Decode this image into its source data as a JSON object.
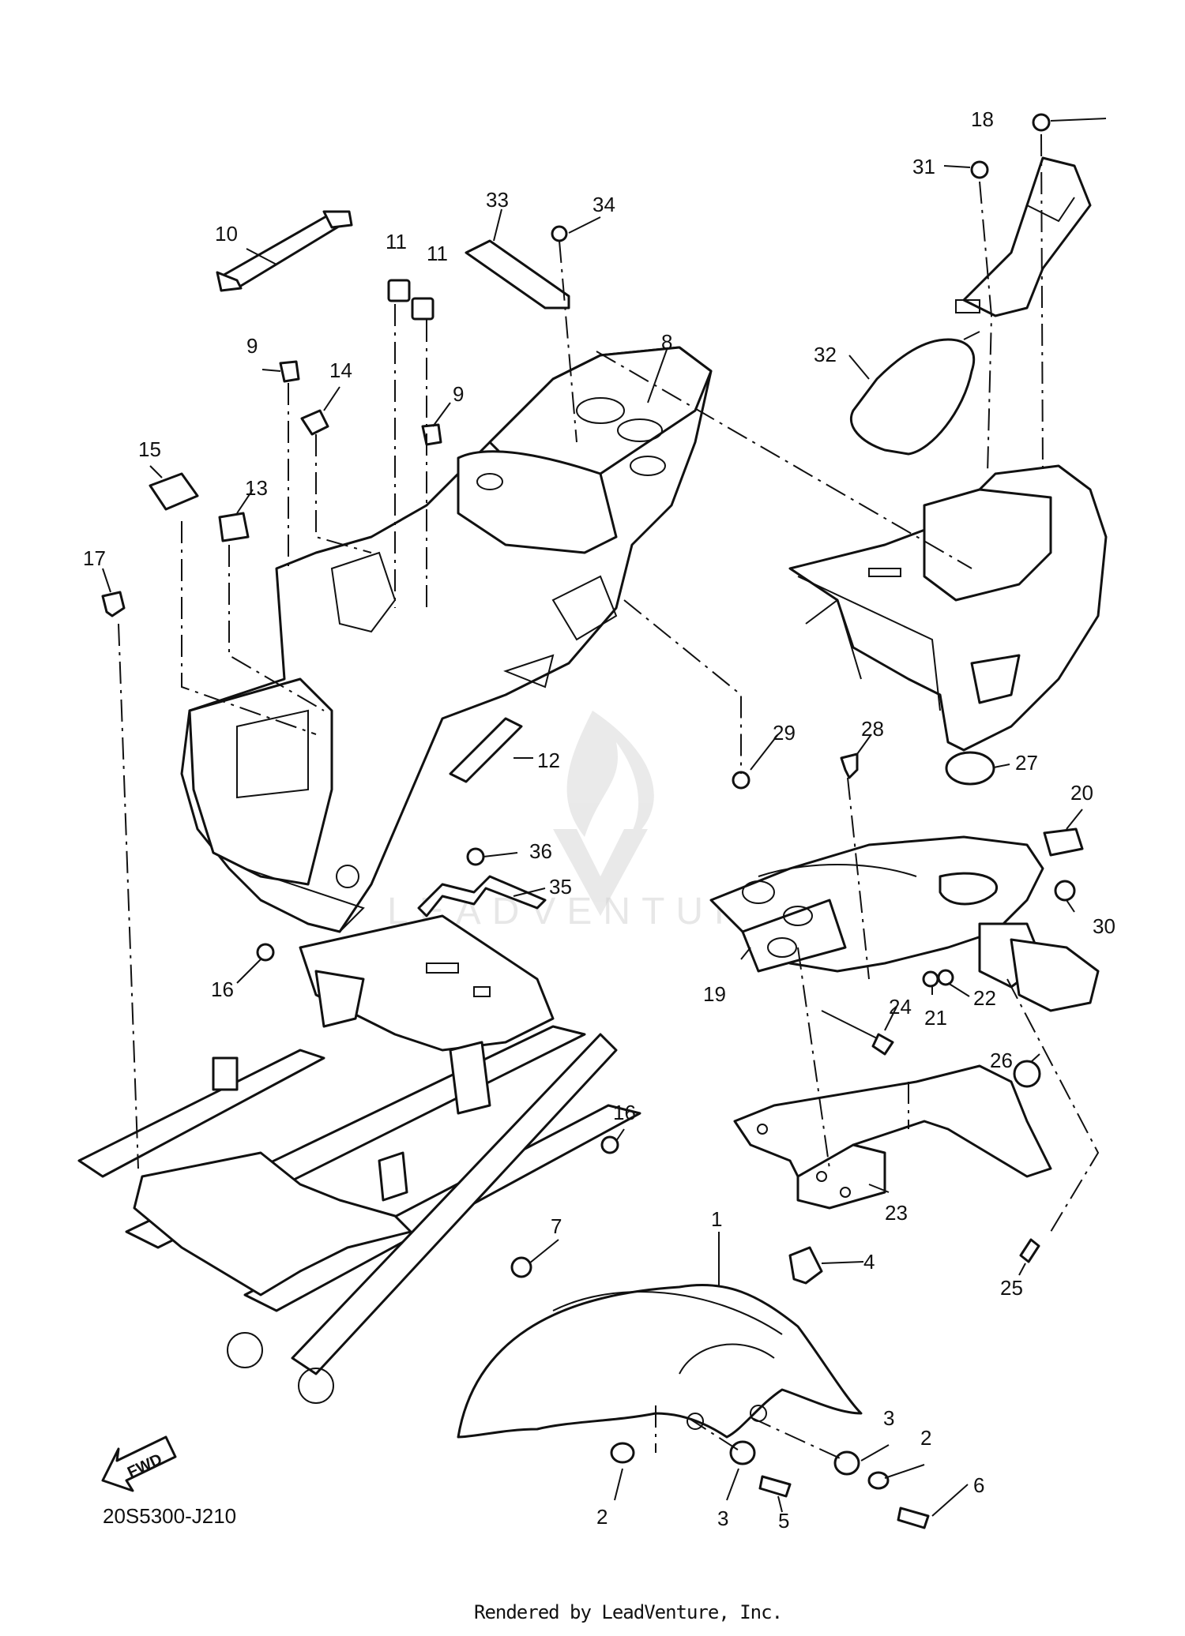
{
  "diagram_code": "20S5300-J210",
  "footer_text": "Rendered by LeadVenture, Inc.",
  "direction_label": "FWD",
  "watermark_text": "LEADVENTURE",
  "callouts": [
    {
      "id": "c1",
      "label": "1"
    },
    {
      "id": "c2a",
      "label": "2"
    },
    {
      "id": "c2b",
      "label": "2"
    },
    {
      "id": "c3a",
      "label": "3"
    },
    {
      "id": "c3b",
      "label": "3"
    },
    {
      "id": "c4",
      "label": "4"
    },
    {
      "id": "c5",
      "label": "5"
    },
    {
      "id": "c6",
      "label": "6"
    },
    {
      "id": "c7",
      "label": "7"
    },
    {
      "id": "c8",
      "label": "8"
    },
    {
      "id": "c9a",
      "label": "9"
    },
    {
      "id": "c9b",
      "label": "9"
    },
    {
      "id": "c10",
      "label": "10"
    },
    {
      "id": "c11a",
      "label": "11"
    },
    {
      "id": "c11b",
      "label": "11"
    },
    {
      "id": "c12",
      "label": "12"
    },
    {
      "id": "c13",
      "label": "13"
    },
    {
      "id": "c14",
      "label": "14"
    },
    {
      "id": "c15",
      "label": "15"
    },
    {
      "id": "c16a",
      "label": "16"
    },
    {
      "id": "c16b",
      "label": "16"
    },
    {
      "id": "c17",
      "label": "17"
    },
    {
      "id": "c18",
      "label": "18"
    },
    {
      "id": "c19",
      "label": "19"
    },
    {
      "id": "c20",
      "label": "20"
    },
    {
      "id": "c21",
      "label": "21"
    },
    {
      "id": "c22",
      "label": "22"
    },
    {
      "id": "c23",
      "label": "23"
    },
    {
      "id": "c24",
      "label": "24"
    },
    {
      "id": "c25",
      "label": "25"
    },
    {
      "id": "c26",
      "label": "26"
    },
    {
      "id": "c27",
      "label": "27"
    },
    {
      "id": "c28",
      "label": "28"
    },
    {
      "id": "c29",
      "label": "29"
    },
    {
      "id": "c30",
      "label": "30"
    },
    {
      "id": "c31",
      "label": "31"
    },
    {
      "id": "c32",
      "label": "32"
    },
    {
      "id": "c33",
      "label": "33"
    },
    {
      "id": "c34",
      "label": "34"
    },
    {
      "id": "c35",
      "label": "35"
    },
    {
      "id": "c36",
      "label": "36"
    }
  ]
}
